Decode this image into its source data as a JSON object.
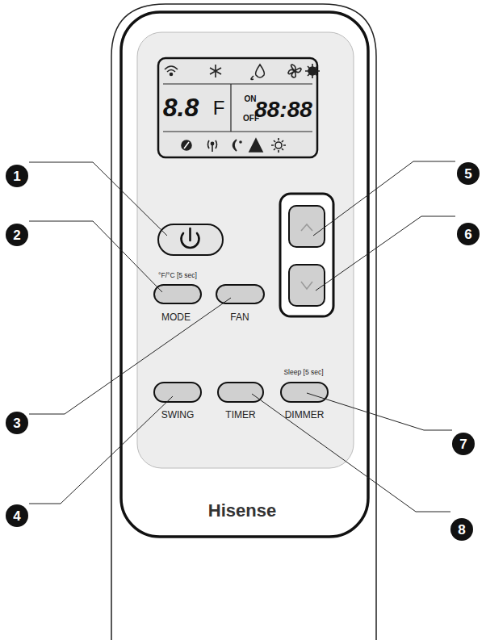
{
  "diagram": {
    "nodes": [
      {
        "text": [
          "8.8",
          "F",
          "ON",
          "OFF",
          "88:88"
        ]
      },
      {
        "text": [
          "1"
        ]
      },
      {
        "text": [
          "2"
        ]
      },
      {
        "text": [
          "3"
        ]
      },
      {
        "text": [
          "4"
        ]
      },
      {
        "text": [
          "5"
        ]
      },
      {
        "text": [
          "6"
        ]
      },
      {
        "text": [
          "7"
        ]
      },
      {
        "text": [
          "8"
        ]
      }
    ],
    "labels": [
      "°F/°C [5 sec]",
      "MODE",
      "FAN",
      "SWING",
      "TIMER",
      "Sleep [5 sec]",
      "DIMMER",
      "Hisense"
    ]
  }
}
